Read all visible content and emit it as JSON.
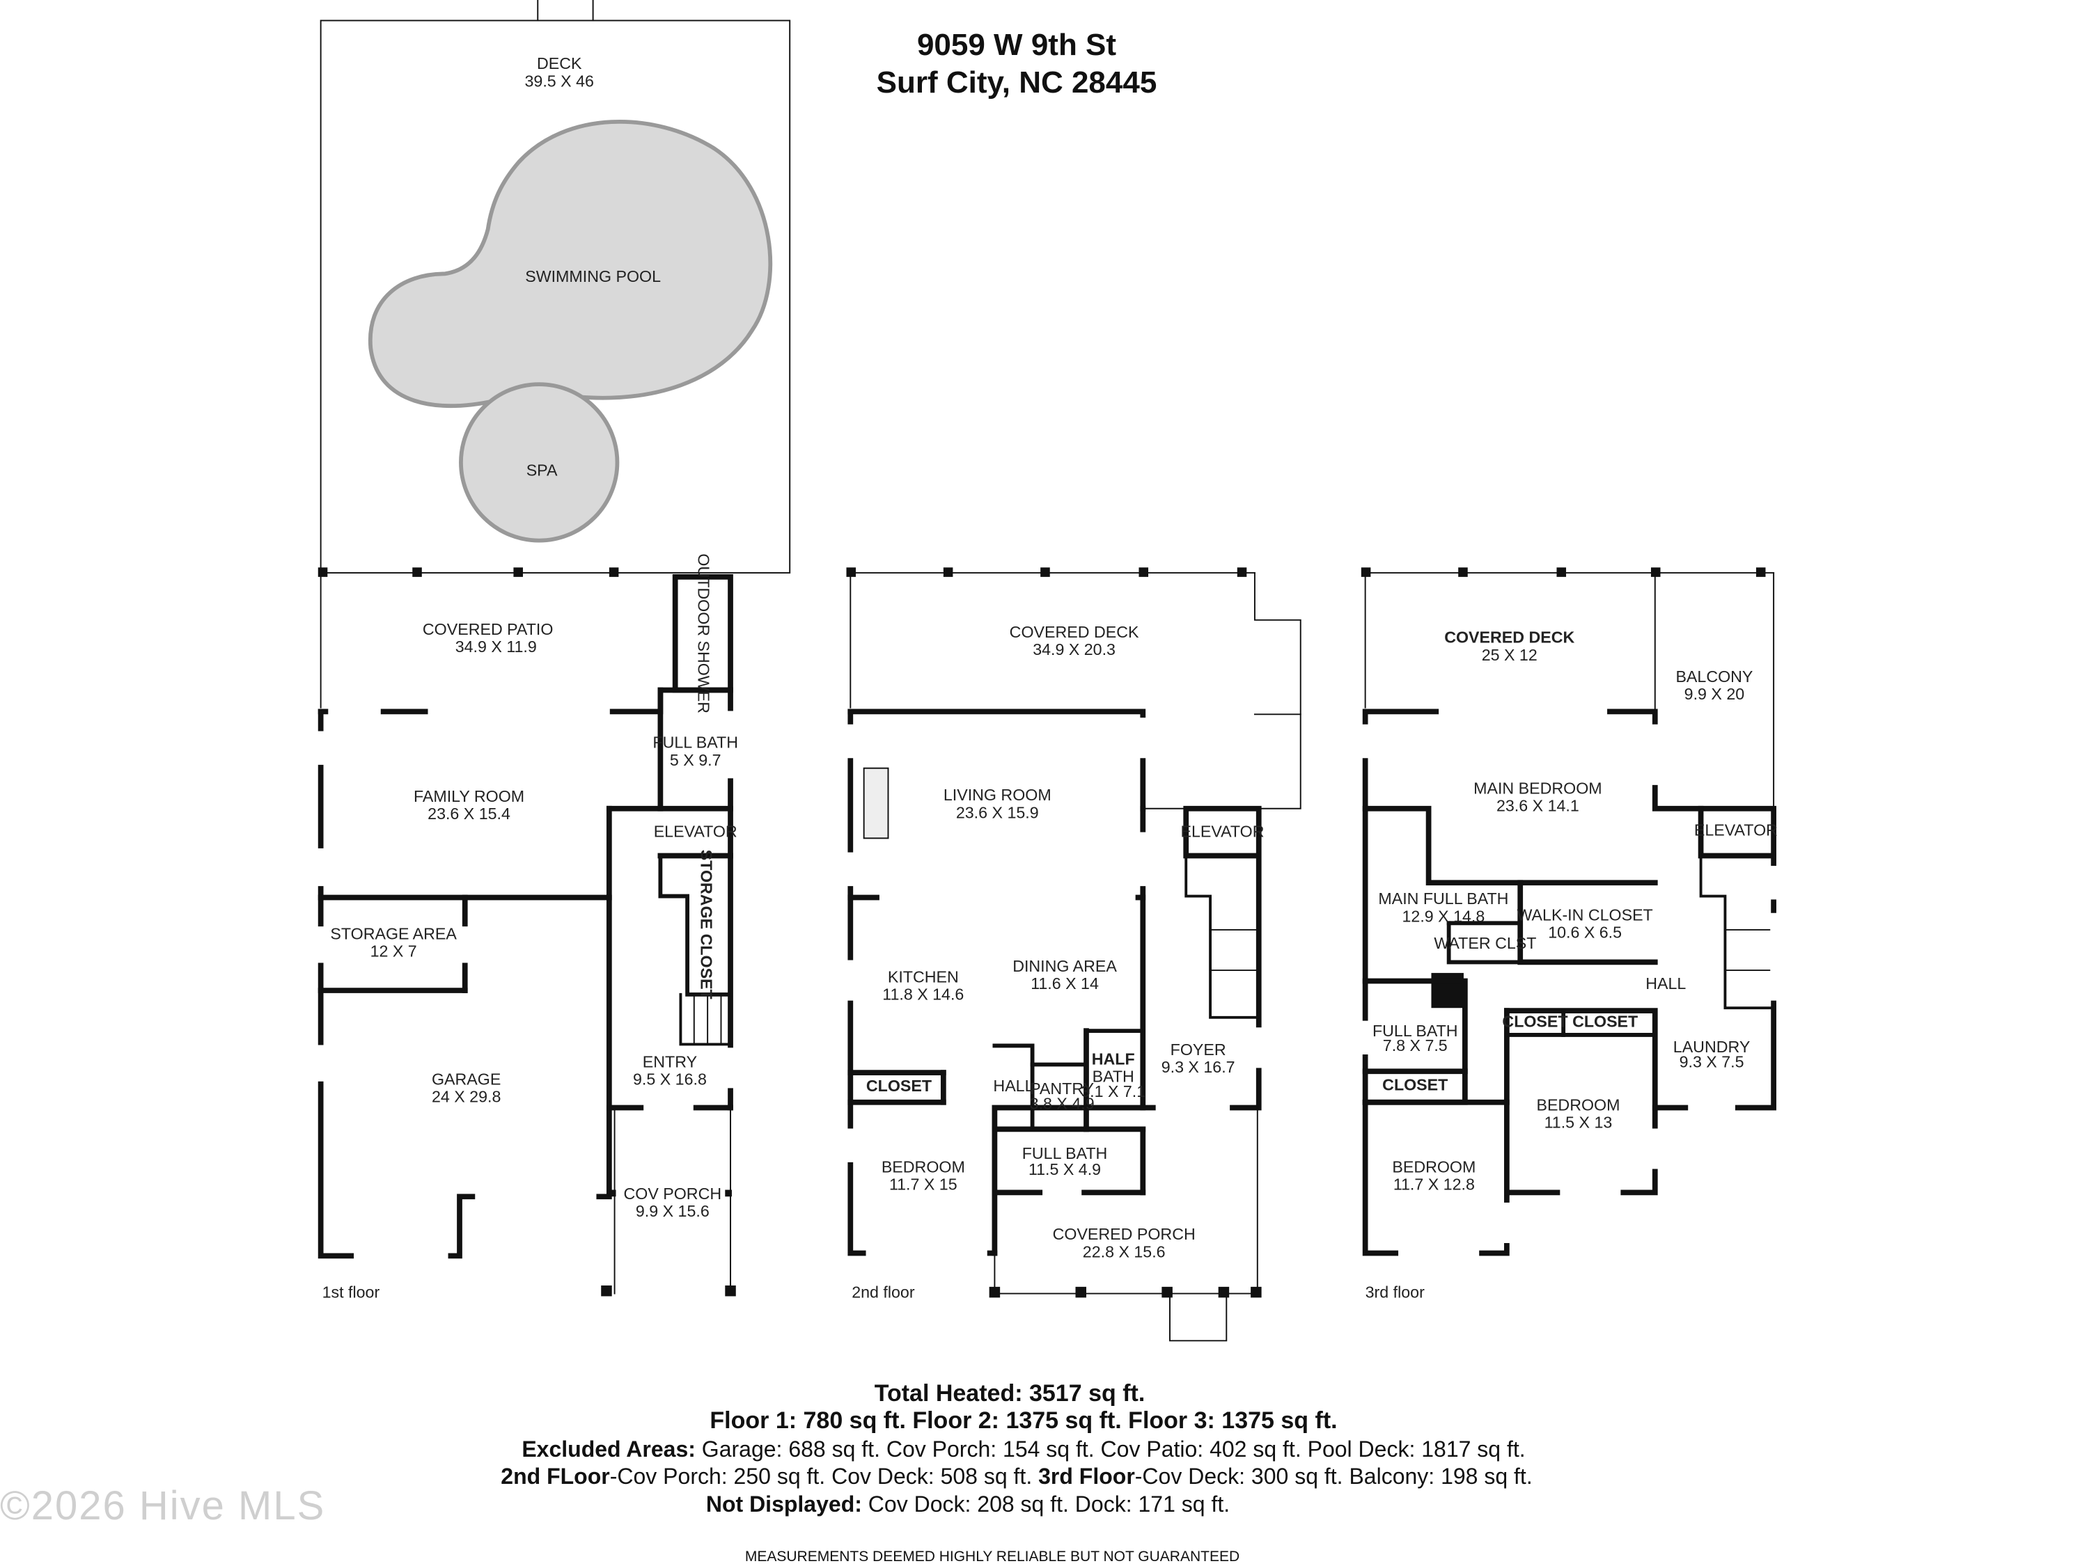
{
  "header": {
    "address_line1": "9059 W 9th St",
    "address_line2": "Surf City, NC 28445"
  },
  "floors": {
    "floor1": {
      "label": "1st floor",
      "rooms": [
        {
          "name": "DECK",
          "dims": "39.5 X 46"
        },
        {
          "name": "SWIMMING POOL",
          "dims": ""
        },
        {
          "name": "SPA",
          "dims": ""
        },
        {
          "name": "COVERED PATIO",
          "dims": "34.9 X 11.9"
        },
        {
          "name": "OUTDOOR SHOWER",
          "dims": ""
        },
        {
          "name": "FULL BATH",
          "dims": "5 X 9.7"
        },
        {
          "name": "FAMILY ROOM",
          "dims": "23.6 X 15.4"
        },
        {
          "name": "ELEVATOR",
          "dims": ""
        },
        {
          "name": "STORAGE CLOSET",
          "dims": ""
        },
        {
          "name": "STORAGE AREA",
          "dims": "12 X 7"
        },
        {
          "name": "ENTRY",
          "dims": "9.5 X 16.8"
        },
        {
          "name": "GARAGE",
          "dims": "24 X 29.8"
        },
        {
          "name": "COV PORCH",
          "dims": "9.9 X 15.6"
        }
      ]
    },
    "floor2": {
      "label": "2nd floor",
      "rooms": [
        {
          "name": "COVERED DECK",
          "dims": "34.9 X 20.3"
        },
        {
          "name": "LIVING ROOM",
          "dims": "23.6 X 15.9"
        },
        {
          "name": "ELEVATOR",
          "dims": ""
        },
        {
          "name": "KITCHEN",
          "dims": "11.8 X 14.6"
        },
        {
          "name": "DINING AREA",
          "dims": "11.6 X 14"
        },
        {
          "name": "FOYER",
          "dims": "9.3 X 16.7"
        },
        {
          "name": "HALF",
          "dims": ""
        },
        {
          "name": "BATH",
          "dims": "3.1 X 7.1"
        },
        {
          "name": "CLOSET",
          "dims": ""
        },
        {
          "name": "HALL",
          "dims": ""
        },
        {
          "name": "PANTRY",
          "dims": "3.8 X 4.9"
        },
        {
          "name": "BEDROOM",
          "dims": "11.7 X 15"
        },
        {
          "name": "FULL BATH",
          "dims": "11.5 X 4.9"
        },
        {
          "name": "COVERED PORCH",
          "dims": "22.8 X 15.6"
        }
      ]
    },
    "floor3": {
      "label": "3rd floor",
      "rooms": [
        {
          "name": "COVERED DECK",
          "dims": "25 X 12"
        },
        {
          "name": "BALCONY",
          "dims": "9.9 X 20"
        },
        {
          "name": "MAIN BEDROOM",
          "dims": "23.6 X 14.1"
        },
        {
          "name": "ELEVATOR",
          "dims": ""
        },
        {
          "name": "MAIN FULL BATH",
          "dims": "12.9 X 14.8"
        },
        {
          "name": "WALK-IN CLOSET",
          "dims": "10.6 X 6.5"
        },
        {
          "name": "WATER CLST",
          "dims": ""
        },
        {
          "name": "HALL",
          "dims": ""
        },
        {
          "name": "FULL BATH",
          "dims": "7.8 X 7.5"
        },
        {
          "name": "CLOSET",
          "dims": ""
        },
        {
          "name": "CLOSET",
          "dims": ""
        },
        {
          "name": "LAUNDRY",
          "dims": "9.3 X 7.5"
        },
        {
          "name": "CLOSET",
          "dims": ""
        },
        {
          "name": "BEDROOM",
          "dims": "11.5 X 13"
        },
        {
          "name": "BEDROOM",
          "dims": "11.7 X 12.8"
        }
      ]
    }
  },
  "stats": {
    "total_heated": "Total Heated: 3517 sq ft.",
    "floors_line": "Floor 1: 780 sq ft. Floor 2: 1375 sq ft. Floor 3: 1375 sq ft.",
    "excluded_label": "Excluded Areas:",
    "excluded_values": " Garage: 688 sq ft. Cov Porch: 154 sq ft. Cov Patio: 402 sq ft. Pool Deck: 1817 sq ft.",
    "floor2_label": "2nd FLoor",
    "floor2_values": "-Cov Porch: 250 sq ft. Cov Deck: 508 sq ft.  ",
    "floor3_label": "3rd Floor",
    "floor3_values": "-Cov Deck: 300 sq ft. Balcony: 198 sq ft.",
    "not_displayed_label": "Not Displayed:",
    "not_displayed_values": " Cov Dock: 208 sq ft. Dock: 171 sq ft."
  },
  "footer": {
    "disclaimer": "MEASUREMENTS DEEMED HIGHLY RELIABLE BUT NOT GUARANTEED",
    "watermark": "©2026 Hive MLS"
  }
}
